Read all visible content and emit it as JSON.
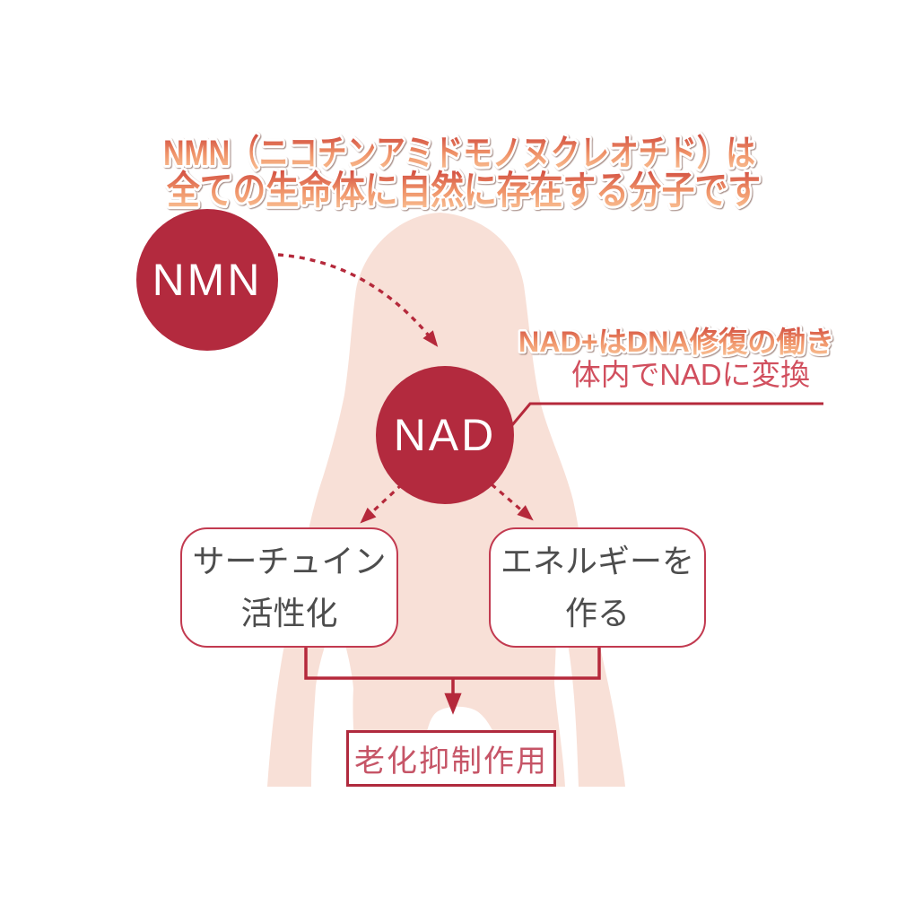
{
  "title": {
    "line1": "NMN（ニコチンアミドモノヌクレオチド）は",
    "line2": "全ての生命体に自然に存在する分子です"
  },
  "nodes": {
    "nmn_label": "NMN",
    "nad_label": "NAD"
  },
  "nad_note": {
    "line1": "NAD+はDNA修復の働き",
    "line2": "体内でNADに変換"
  },
  "boxes": {
    "sirtuin_line1": "サーチュイン",
    "sirtuin_line2": "活性化",
    "energy_line1": "エネルギーを",
    "energy_line2": "作る",
    "result_label": "老化抑制作用"
  },
  "colors": {
    "node_fill": "#b32a3e",
    "line": "#b5293b",
    "silhouette": "#f8e0d7",
    "box_border": "#c23a50",
    "box_text": "#4d4d4d",
    "result_text": "#c65567",
    "note_text": "#d14f5e",
    "title_gradient_top": "#d0493e",
    "title_gradient_mid": "#ef9268",
    "title_gradient_bottom": "#fbc79a"
  }
}
